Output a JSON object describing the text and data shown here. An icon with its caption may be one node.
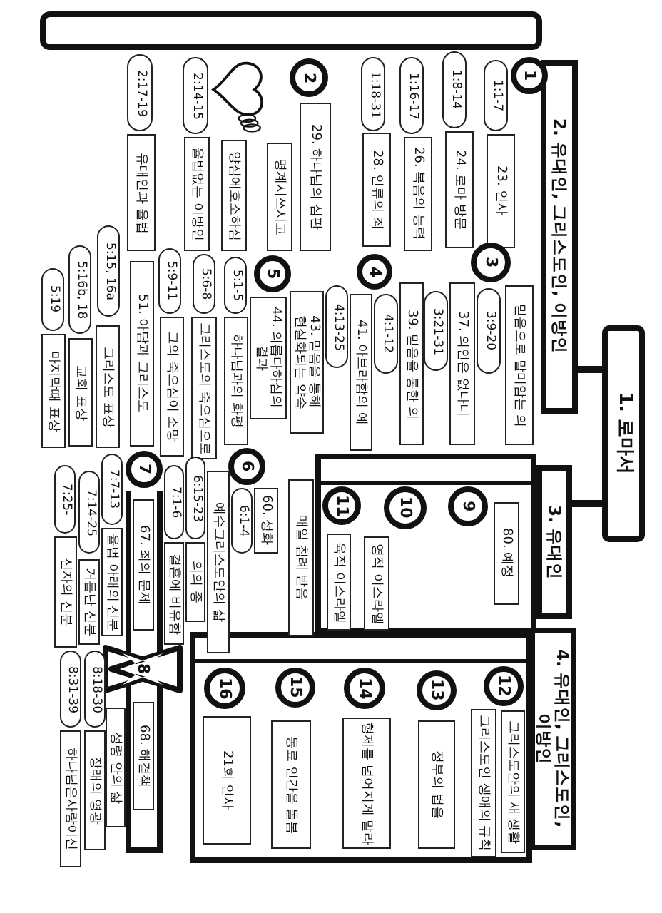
{
  "diagram": {
    "nodes": [
      {
        "text": [
          "1. 로마서"
        ]
      },
      {
        "text": [
          "2. 유대인, 그리스도인, 이방인"
        ]
      },
      {
        "text": [],
        "shape": "bar"
      },
      {
        "text": [
          "1"
        ]
      },
      {
        "text": [
          "1:1-7"
        ]
      },
      {
        "text": [
          "23. 인사"
        ]
      },
      {
        "text": [
          "1:8-14"
        ]
      },
      {
        "text": [
          "24. 로마 방문"
        ]
      },
      {
        "text": [
          "1:16-17"
        ]
      },
      {
        "text": [
          "26. 복음의 능력"
        ]
      },
      {
        "text": [
          "1:18-31"
        ]
      },
      {
        "text": [
          "28. 인류의 죄"
        ]
      },
      {
        "text": [
          "2"
        ]
      },
      {
        "text": [
          "29. 하나님의 심판"
        ]
      },
      {
        "text": [
          "명계시쓰시고"
        ]
      },
      {
        "text": [
          "양심에호소하심"
        ]
      },
      {
        "text": [
          "2:14-15"
        ]
      },
      {
        "text": [
          "율법없는 이방인"
        ]
      },
      {
        "text": [
          "2:17-19"
        ]
      },
      {
        "text": [
          "유대인과 율법"
        ]
      },
      {
        "text": [
          "3"
        ]
      },
      {
        "text": [
          "믿음으로 말미암는 의"
        ]
      },
      {
        "text": [
          "3:9-20"
        ]
      },
      {
        "text": [
          "37. 의인은 없나니"
        ]
      },
      {
        "text": [
          "3:21-31"
        ]
      },
      {
        "text": [
          "39. 믿음을 통한 의"
        ]
      },
      {
        "text": [
          "4"
        ]
      },
      {
        "text": [
          "4:1-12"
        ]
      },
      {
        "text": [
          "41. 아브라함의 예"
        ]
      },
      {
        "text": [
          "4:13-25"
        ]
      },
      {
        "text": [
          "43. 믿음을 통해 현실화되는 약속"
        ]
      },
      {
        "text": [
          "5"
        ]
      },
      {
        "text": [
          "44. 의롭다하심의 결과"
        ]
      },
      {
        "text": [
          "5:1-5"
        ]
      },
      {
        "text": [
          "하나님과의 화평"
        ]
      },
      {
        "text": [
          "5:6-8"
        ]
      },
      {
        "text": [
          "그리스도의 죽으심으로"
        ]
      },
      {
        "text": [
          "5:9-11"
        ]
      },
      {
        "text": [
          "그의 죽으심이 소망"
        ]
      },
      {
        "text": [
          "51. 아담과 그리스도"
        ]
      },
      {
        "text": [
          "5:15, 16a"
        ]
      },
      {
        "text": [
          "그리스도 표상"
        ]
      },
      {
        "text": [
          "5:16b, 18"
        ]
      },
      {
        "text": [
          "교회 표상"
        ]
      },
      {
        "text": [
          "5:19"
        ]
      },
      {
        "text": [
          "마지막때 표상"
        ]
      },
      {
        "text": [
          "6"
        ]
      },
      {
        "text": [
          "60. 성화"
        ]
      },
      {
        "text": [
          "6:1-4"
        ]
      },
      {
        "text": [
          "매일 침례 받음"
        ]
      },
      {
        "text": [
          "예수그리스도안의 삶"
        ]
      },
      {
        "text": [
          "6:15-23"
        ]
      },
      {
        "text": [
          "의의 종"
        ]
      },
      {
        "text": [
          "7"
        ]
      },
      {
        "text": [
          "7:1-6"
        ]
      },
      {
        "text": [
          "결혼에 비유함"
        ]
      },
      {
        "text": [
          "67. 죄의 문제"
        ]
      },
      {
        "text": [
          "7:7-13"
        ]
      },
      {
        "text": [
          "율법 아래의 신분"
        ]
      },
      {
        "text": [
          "7:14-25"
        ]
      },
      {
        "text": [
          "거듭난 신분"
        ]
      },
      {
        "text": [
          "7:25-"
        ]
      },
      {
        "text": [
          "신자의 신분"
        ]
      },
      {
        "text": [
          "8"
        ]
      },
      {
        "text": [
          "68. 해결책"
        ]
      },
      {
        "text": [
          "성령 안의 삶"
        ]
      },
      {
        "text": [
          "8:18-30"
        ]
      },
      {
        "text": [
          "장래의 영광"
        ]
      },
      {
        "text": [
          "8:31-39"
        ]
      },
      {
        "text": [
          "하나님은사랑이신"
        ]
      },
      {
        "text": [
          "3. 유대인"
        ]
      },
      {
        "text": [],
        "shape": "box"
      },
      {
        "text": [
          "9"
        ],
        "in": 71
      },
      {
        "text": [
          "80. 예정"
        ],
        "in": 71
      },
      {
        "text": [
          "10"
        ],
        "in": 71
      },
      {
        "text": [
          "영적 이스라엘"
        ],
        "in": 71
      },
      {
        "text": [
          "11"
        ],
        "in": 71
      },
      {
        "text": [
          "육적 이스라엘"
        ],
        "in": 71
      },
      {
        "text": [
          "4. 유대인, 그리스도인, 이방인"
        ]
      },
      {
        "text": [],
        "shape": "box"
      },
      {
        "text": [
          "12"
        ],
        "in": 79
      },
      {
        "text": [
          "그리스도안의 새 생활"
        ],
        "in": 79
      },
      {
        "text": [
          "그리스도인 생애의 규칙"
        ],
        "in": 79
      },
      {
        "text": [
          "13"
        ],
        "in": 79
      },
      {
        "text": [
          "정부의 법을"
        ],
        "in": 79
      },
      {
        "text": [
          "14"
        ],
        "in": 79
      },
      {
        "text": [
          "형제를 넘어지게 말라"
        ],
        "in": 79
      },
      {
        "text": [
          "15"
        ],
        "in": 79
      },
      {
        "text": [
          "동료 인간을 돌봄"
        ],
        "in": 79
      },
      {
        "text": [
          "16"
        ],
        "in": 79
      },
      {
        "text": [
          "21회 인사"
        ],
        "in": 79
      }
    ],
    "edges": [
      {
        "from": 0,
        "to": 1,
        "arrow": "none"
      },
      {
        "from": 0,
        "to": 70,
        "arrow": "none"
      }
    ]
  }
}
